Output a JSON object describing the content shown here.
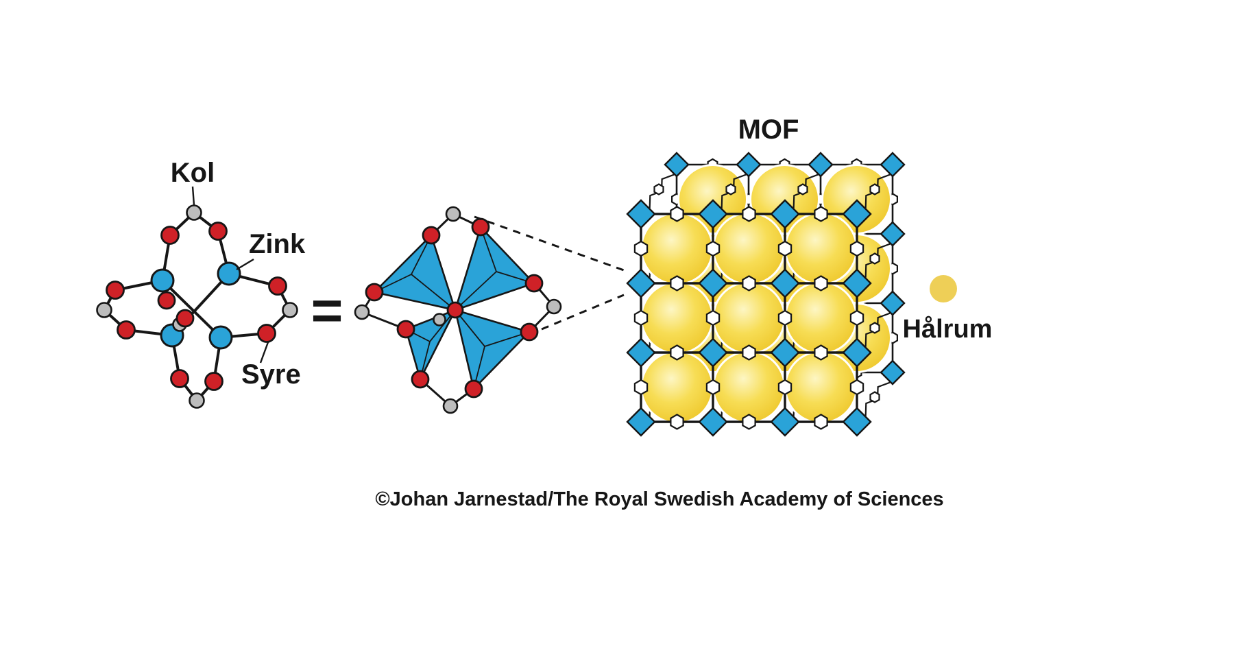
{
  "labels": {
    "carbon": "Kol",
    "zinc": "Zink",
    "oxygen": "Syre",
    "equals": "=",
    "mof": "MOF",
    "cavity": "Hålrum"
  },
  "credit": "©Johan Jarnestad/The Royal Swedish Academy of Sciences",
  "legend": {
    "carbon_atom_color": "#bdbdbd",
    "zinc_atom_color": "#2aa3d8",
    "oxygen_atom_color": "#cf2127",
    "node_color": "#2aa3d8",
    "sphere_color": "#f6dd55",
    "cavity_color": "#eecf57",
    "ink_color": "#161616",
    "background": "#ffffff"
  }
}
